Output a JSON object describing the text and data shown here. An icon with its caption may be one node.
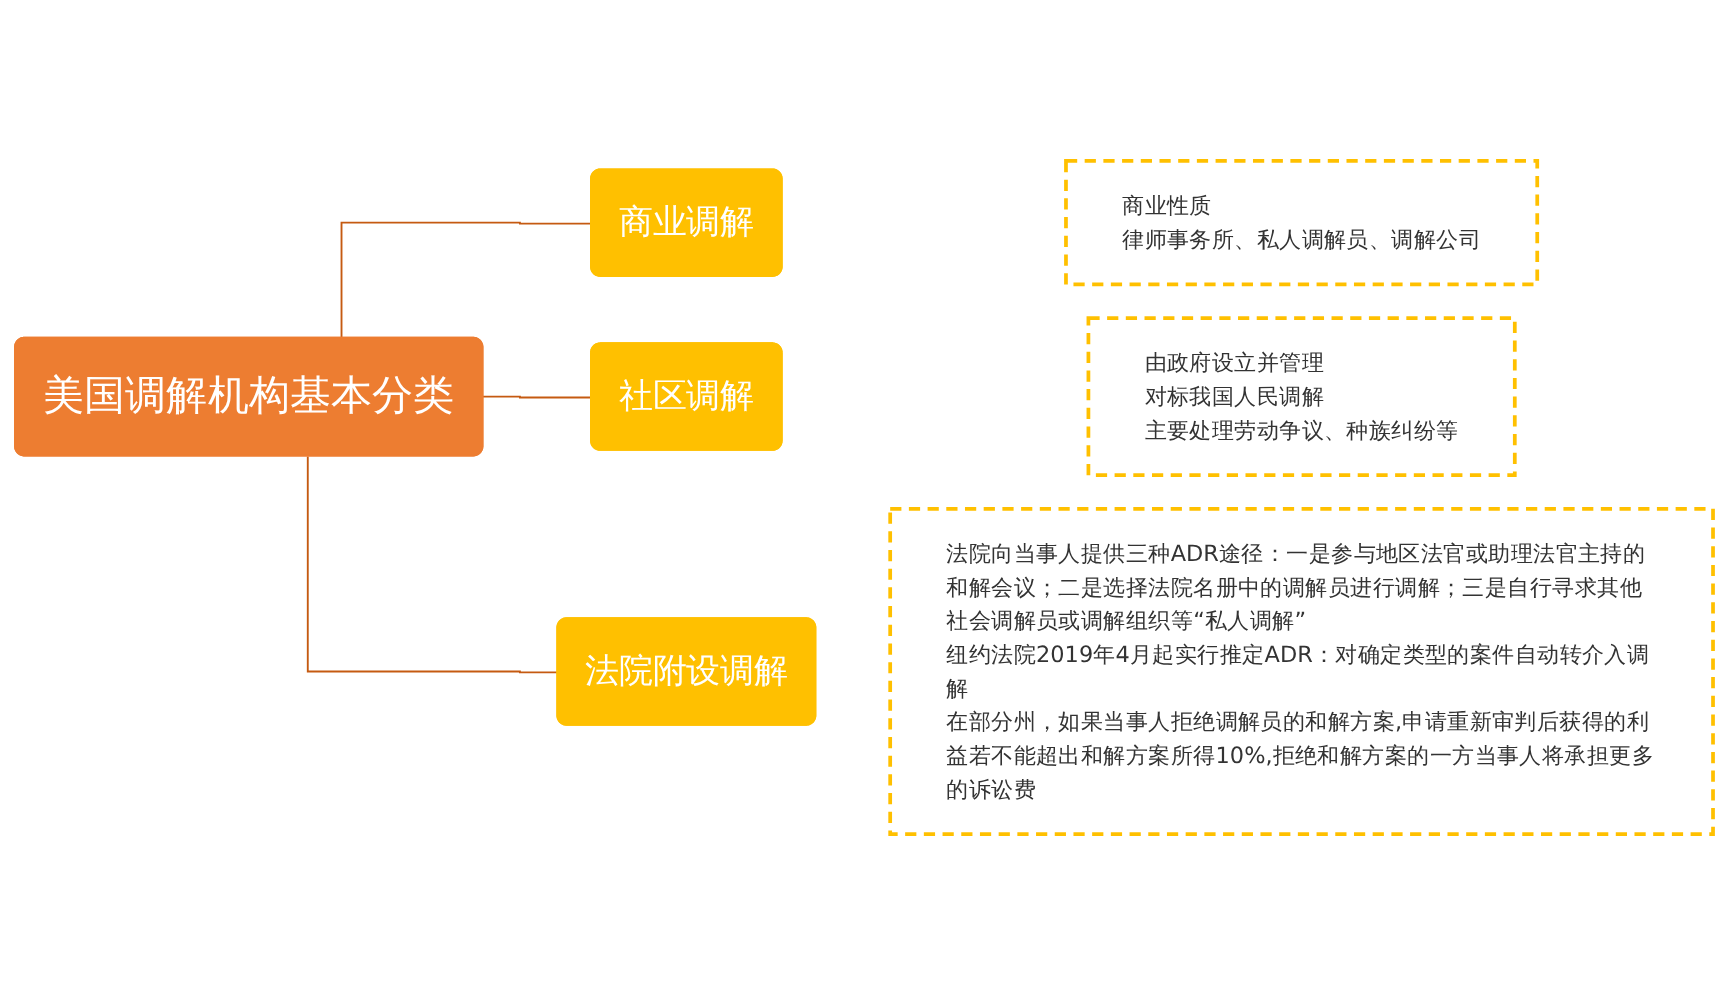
{
  "diagram": {
    "nodes": [
      {
        "text": [
          "美国调解机构基本分类"
        ]
      },
      {
        "text": [
          "商业调解"
        ]
      },
      {
        "text": [
          "社区调解"
        ]
      },
      {
        "text": [
          "法院附设调解"
        ]
      },
      {
        "text": [
          "商业性质",
          "律师事务所、私人调解员、调解公司"
        ]
      },
      {
        "text": [
          "由政府设立并管理",
          "对标我国人民调解",
          "主要处理劳动争议、种族纠纷等"
        ]
      },
      {
        "text": [
          "法院向当事人提供三种ADR途径：一是参与地区法官或助理法官主持的和解会议；二是选择法院名册中的调解员进行调解；三是自行寻求其他社会调解员或调解组织等“私人调解”",
          "纽约法院2019年4月起实行推定ADR：对确定类型的案件自动转介入调解",
          "在部分州，如果当事人拒绝调解员的和解方案,申请重新审判后获得的利益若不能超出和解方案所得10%,拒绝和解方案的一方当事人将承担更多的诉讼费"
        ]
      }
    ],
    "edges": [
      {
        "from": 0,
        "to": 1,
        "arrow": "none"
      },
      {
        "from": 0,
        "to": 2,
        "arrow": "none"
      },
      {
        "from": 0,
        "to": 3,
        "arrow": "none"
      }
    ]
  }
}
